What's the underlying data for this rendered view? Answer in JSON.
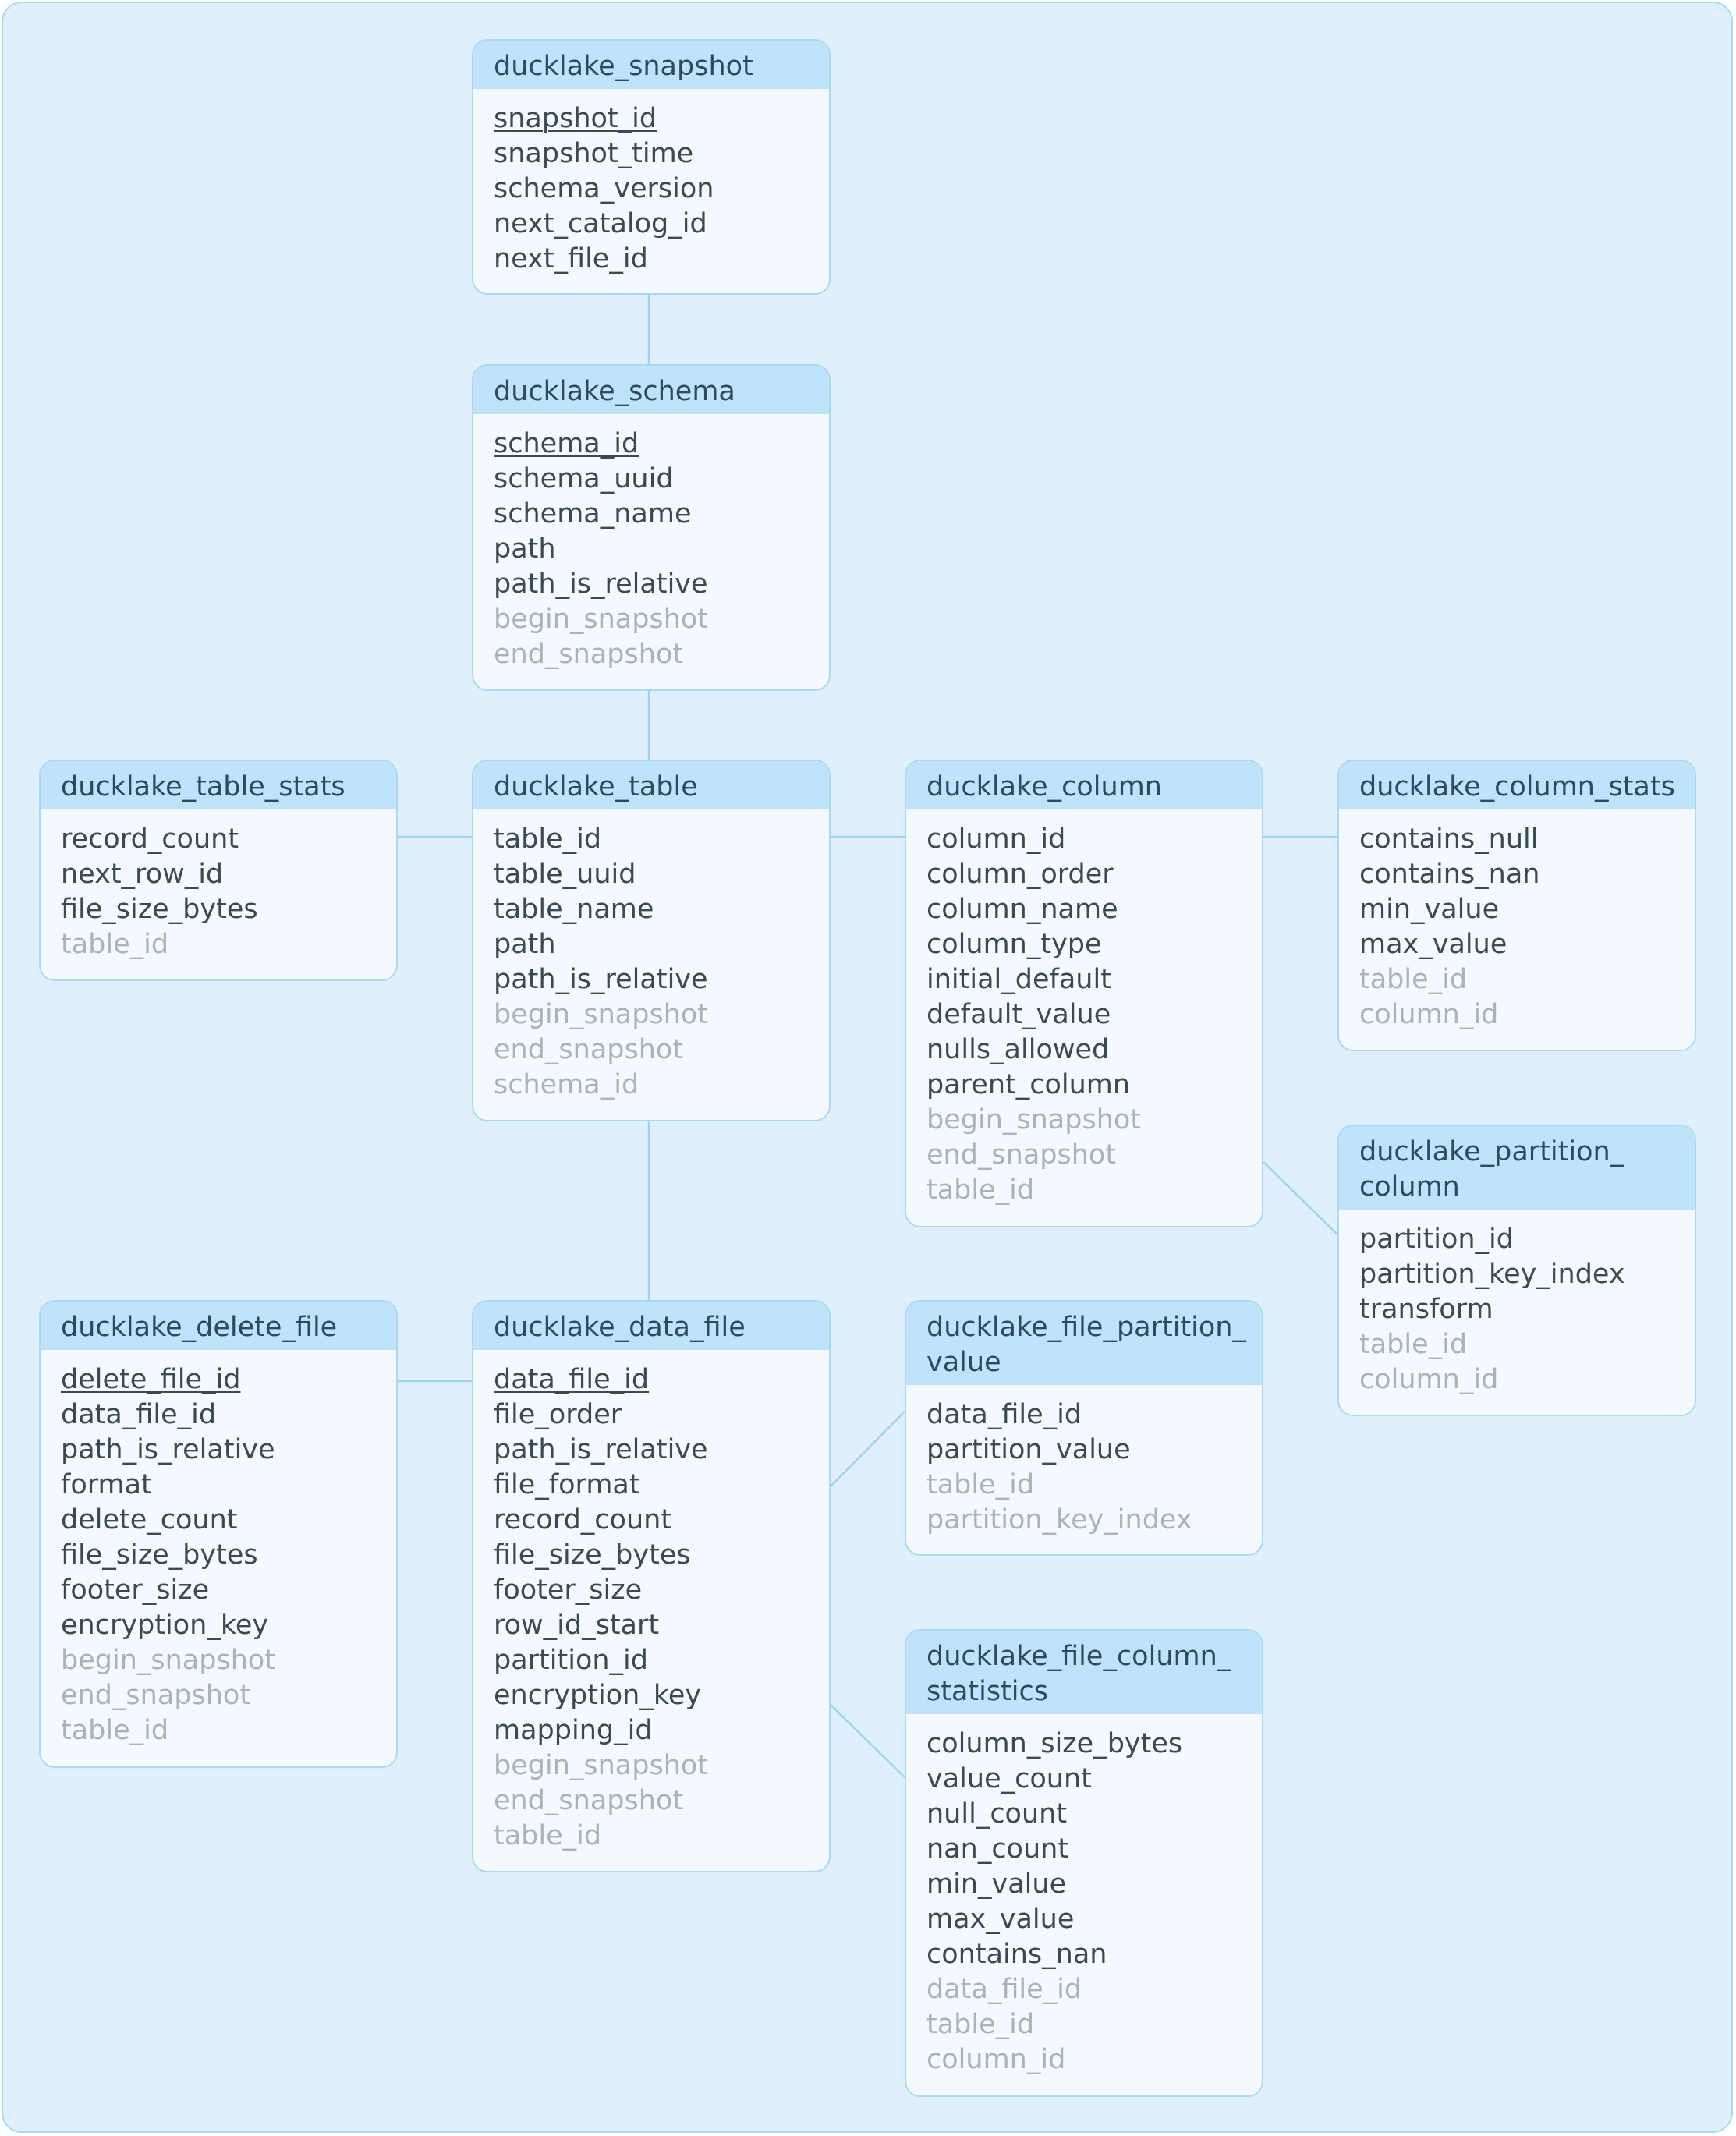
{
  "entities": [
    {
      "id": "ducklake_snapshot",
      "title": [
        "ducklake_snapshot"
      ],
      "fields": [
        {
          "name": "snapshot_id",
          "kind": "pk"
        },
        {
          "name": "snapshot_time",
          "kind": "normal"
        },
        {
          "name": "schema_version",
          "kind": "normal"
        },
        {
          "name": "next_catalog_id",
          "kind": "normal"
        },
        {
          "name": "next_file_id",
          "kind": "normal"
        }
      ]
    },
    {
      "id": "ducklake_schema",
      "title": [
        "ducklake_schema"
      ],
      "fields": [
        {
          "name": "schema_id",
          "kind": "pk"
        },
        {
          "name": "schema_uuid",
          "kind": "normal"
        },
        {
          "name": "schema_name",
          "kind": "normal"
        },
        {
          "name": "path",
          "kind": "normal"
        },
        {
          "name": "path_is_relative",
          "kind": "normal"
        },
        {
          "name": "begin_snapshot",
          "kind": "fk"
        },
        {
          "name": "end_snapshot",
          "kind": "fk"
        }
      ]
    },
    {
      "id": "ducklake_table_stats",
      "title": [
        "ducklake_table_stats"
      ],
      "fields": [
        {
          "name": "record_count",
          "kind": "normal"
        },
        {
          "name": "next_row_id",
          "kind": "normal"
        },
        {
          "name": "file_size_bytes",
          "kind": "normal"
        },
        {
          "name": "table_id",
          "kind": "fk"
        }
      ]
    },
    {
      "id": "ducklake_table",
      "title": [
        "ducklake_table"
      ],
      "fields": [
        {
          "name": "table_id",
          "kind": "normal"
        },
        {
          "name": "table_uuid",
          "kind": "normal"
        },
        {
          "name": "table_name",
          "kind": "normal"
        },
        {
          "name": "path",
          "kind": "normal"
        },
        {
          "name": "path_is_relative",
          "kind": "normal"
        },
        {
          "name": "begin_snapshot",
          "kind": "fk"
        },
        {
          "name": "end_snapshot",
          "kind": "fk"
        },
        {
          "name": "schema_id",
          "kind": "fk"
        }
      ]
    },
    {
      "id": "ducklake_column",
      "title": [
        "ducklake_column"
      ],
      "fields": [
        {
          "name": "column_id",
          "kind": "normal"
        },
        {
          "name": "column_order",
          "kind": "normal"
        },
        {
          "name": "column_name",
          "kind": "normal"
        },
        {
          "name": "column_type",
          "kind": "normal"
        },
        {
          "name": "initial_default",
          "kind": "normal"
        },
        {
          "name": "default_value",
          "kind": "normal"
        },
        {
          "name": "nulls_allowed",
          "kind": "normal"
        },
        {
          "name": "parent_column",
          "kind": "normal"
        },
        {
          "name": "begin_snapshot",
          "kind": "fk"
        },
        {
          "name": "end_snapshot",
          "kind": "fk"
        },
        {
          "name": "table_id",
          "kind": "fk"
        }
      ]
    },
    {
      "id": "ducklake_column_stats",
      "title": [
        "ducklake_column_stats"
      ],
      "fields": [
        {
          "name": "contains_null",
          "kind": "normal"
        },
        {
          "name": "contains_nan",
          "kind": "normal"
        },
        {
          "name": "min_value",
          "kind": "normal"
        },
        {
          "name": "max_value",
          "kind": "normal"
        },
        {
          "name": "table_id",
          "kind": "fk"
        },
        {
          "name": "column_id",
          "kind": "fk"
        }
      ]
    },
    {
      "id": "ducklake_partition_column",
      "title": [
        "ducklake_partition_",
        "column"
      ],
      "fields": [
        {
          "name": "partition_id",
          "kind": "normal"
        },
        {
          "name": "partition_key_index",
          "kind": "normal"
        },
        {
          "name": "transform",
          "kind": "normal"
        },
        {
          "name": "table_id",
          "kind": "fk"
        },
        {
          "name": "column_id",
          "kind": "fk"
        }
      ]
    },
    {
      "id": "ducklake_delete_file",
      "title": [
        "ducklake_delete_file"
      ],
      "fields": [
        {
          "name": "delete_file_id",
          "kind": "pk"
        },
        {
          "name": "data_file_id",
          "kind": "normal"
        },
        {
          "name": "path_is_relative",
          "kind": "normal"
        },
        {
          "name": "format",
          "kind": "normal"
        },
        {
          "name": "delete_count",
          "kind": "normal"
        },
        {
          "name": "file_size_bytes",
          "kind": "normal"
        },
        {
          "name": "footer_size",
          "kind": "normal"
        },
        {
          "name": "encryption_key",
          "kind": "normal"
        },
        {
          "name": "begin_snapshot",
          "kind": "fk"
        },
        {
          "name": "end_snapshot",
          "kind": "fk"
        },
        {
          "name": "table_id",
          "kind": "fk"
        }
      ]
    },
    {
      "id": "ducklake_data_file",
      "title": [
        "ducklake_data_file"
      ],
      "fields": [
        {
          "name": "data_file_id",
          "kind": "pk"
        },
        {
          "name": "file_order",
          "kind": "normal"
        },
        {
          "name": "path_is_relative",
          "kind": "normal"
        },
        {
          "name": "file_format",
          "kind": "normal"
        },
        {
          "name": "record_count",
          "kind": "normal"
        },
        {
          "name": "file_size_bytes",
          "kind": "normal"
        },
        {
          "name": "footer_size",
          "kind": "normal"
        },
        {
          "name": "row_id_start",
          "kind": "normal"
        },
        {
          "name": "partition_id",
          "kind": "normal"
        },
        {
          "name": "encryption_key",
          "kind": "normal"
        },
        {
          "name": "mapping_id",
          "kind": "normal"
        },
        {
          "name": "begin_snapshot",
          "kind": "fk"
        },
        {
          "name": "end_snapshot",
          "kind": "fk"
        },
        {
          "name": "table_id",
          "kind": "fk"
        }
      ]
    },
    {
      "id": "ducklake_file_partition_value",
      "title": [
        "ducklake_file_partition_",
        "value"
      ],
      "fields": [
        {
          "name": "data_file_id",
          "kind": "normal"
        },
        {
          "name": "partition_value",
          "kind": "normal"
        },
        {
          "name": "table_id",
          "kind": "fk"
        },
        {
          "name": "partition_key_index",
          "kind": "fk"
        }
      ]
    },
    {
      "id": "ducklake_file_column_statistics",
      "title": [
        "ducklake_file_column_",
        "statistics"
      ],
      "fields": [
        {
          "name": "column_size_bytes",
          "kind": "normal"
        },
        {
          "name": "value_count",
          "kind": "normal"
        },
        {
          "name": "null_count",
          "kind": "normal"
        },
        {
          "name": "nan_count",
          "kind": "normal"
        },
        {
          "name": "min_value",
          "kind": "normal"
        },
        {
          "name": "max_value",
          "kind": "normal"
        },
        {
          "name": "contains_nan",
          "kind": "normal"
        },
        {
          "name": "data_file_id",
          "kind": "fk"
        },
        {
          "name": "table_id",
          "kind": "fk"
        },
        {
          "name": "column_id",
          "kind": "fk"
        }
      ]
    }
  ],
  "relationships": [
    {
      "from": "ducklake_snapshot",
      "to": "ducklake_schema"
    },
    {
      "from": "ducklake_schema",
      "to": "ducklake_table"
    },
    {
      "from": "ducklake_table_stats",
      "to": "ducklake_table"
    },
    {
      "from": "ducklake_table",
      "to": "ducklake_column"
    },
    {
      "from": "ducklake_column",
      "to": "ducklake_column_stats"
    },
    {
      "from": "ducklake_column",
      "to": "ducklake_partition_column"
    },
    {
      "from": "ducklake_table",
      "to": "ducklake_data_file"
    },
    {
      "from": "ducklake_delete_file",
      "to": "ducklake_data_file"
    },
    {
      "from": "ducklake_data_file",
      "to": "ducklake_file_partition_value"
    },
    {
      "from": "ducklake_data_file",
      "to": "ducklake_file_column_statistics"
    }
  ]
}
